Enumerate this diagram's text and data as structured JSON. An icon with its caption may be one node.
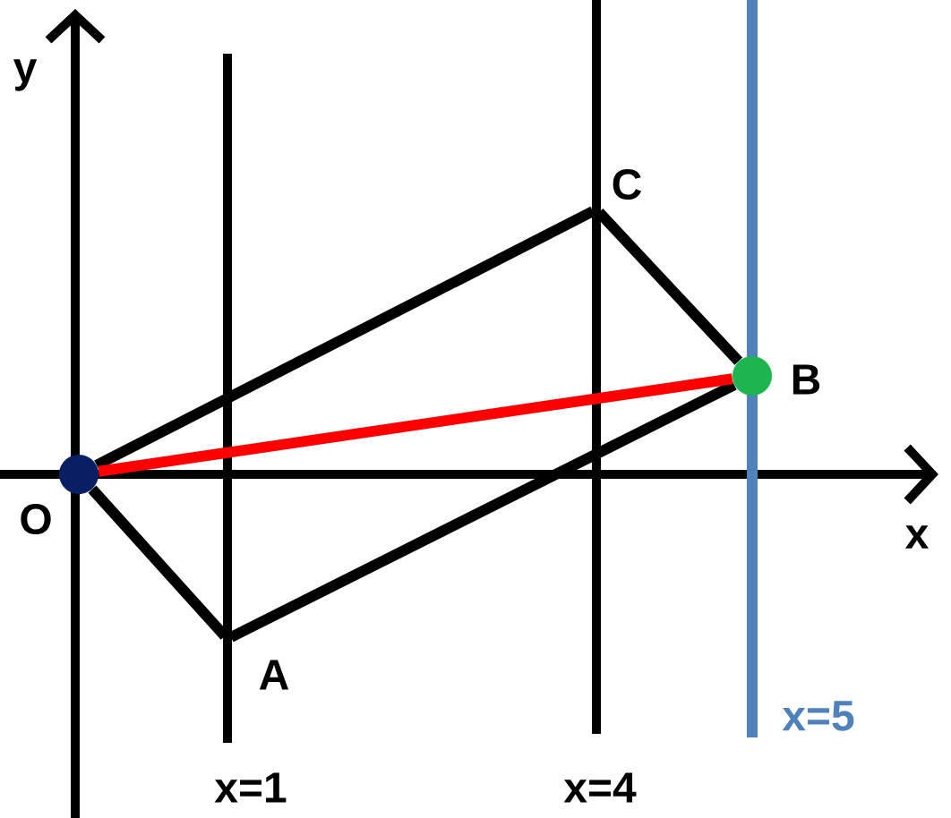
{
  "diagram": {
    "nodes": [
      {
        "text": [
          "O"
        ]
      },
      {
        "text": [
          "A"
        ]
      },
      {
        "text": [
          "B"
        ]
      },
      {
        "text": [
          "C"
        ]
      }
    ],
    "edges": [
      {
        "from": 0,
        "to": 3,
        "arrow": "none"
      },
      {
        "from": 3,
        "to": 2,
        "arrow": "none"
      },
      {
        "from": 1,
        "to": 2,
        "arrow": "none"
      },
      {
        "from": 0,
        "to": 1,
        "arrow": "none"
      },
      {
        "from": 0,
        "to": 2,
        "arrow": "none",
        "color": "#ff0000"
      }
    ],
    "labels": [
      "y",
      "x",
      "x=1",
      "x=4",
      "x=5"
    ]
  }
}
